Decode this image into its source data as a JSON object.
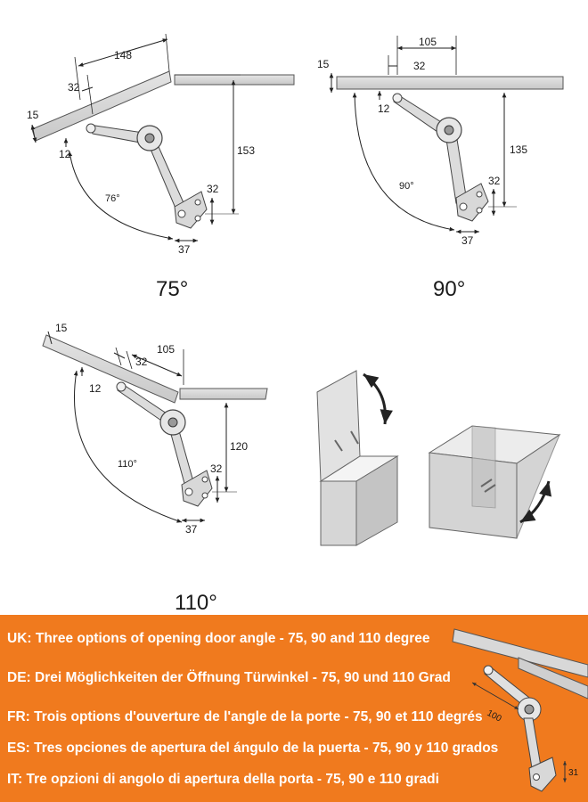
{
  "diagrams": [
    {
      "caption": "75°",
      "angle": "76°",
      "dims": {
        "d148": "148",
        "d32a": "32",
        "d15": "15",
        "d12": "12",
        "d153": "153",
        "d32b": "32",
        "d37": "37"
      }
    },
    {
      "caption": "90°",
      "angle": "90°",
      "dims": {
        "d105": "105",
        "d32a": "32",
        "d15": "15",
        "d12": "12",
        "d135": "135",
        "d32b": "32",
        "d37": "37"
      }
    },
    {
      "caption": "110°",
      "angle": "110°",
      "dims": {
        "d15": "15",
        "d32a": "32",
        "d105": "105",
        "d12": "12",
        "d120": "120",
        "d32b": "32",
        "d37": "37"
      }
    }
  ],
  "banner": {
    "background": "#f07a1e",
    "lines": [
      "UK: Three options of opening door angle - 75, 90 and 110 degree",
      "DE: Drei Möglichkeiten der Öffnung Türwinkel - 75, 90 und 110 Grad",
      "FR: Trois options d'ouverture de l'angle de la porte - 75, 90 et 110 degrés",
      "ES: Tres opciones de apertura del ángulo de la puerta - 75, 90 y 110 grados",
      "IT:  Tre opzioni di angolo di apertura della porta - 75, 90 e 110 gradi"
    ],
    "inset_dims": {
      "d100": "100",
      "d31": "31"
    }
  }
}
